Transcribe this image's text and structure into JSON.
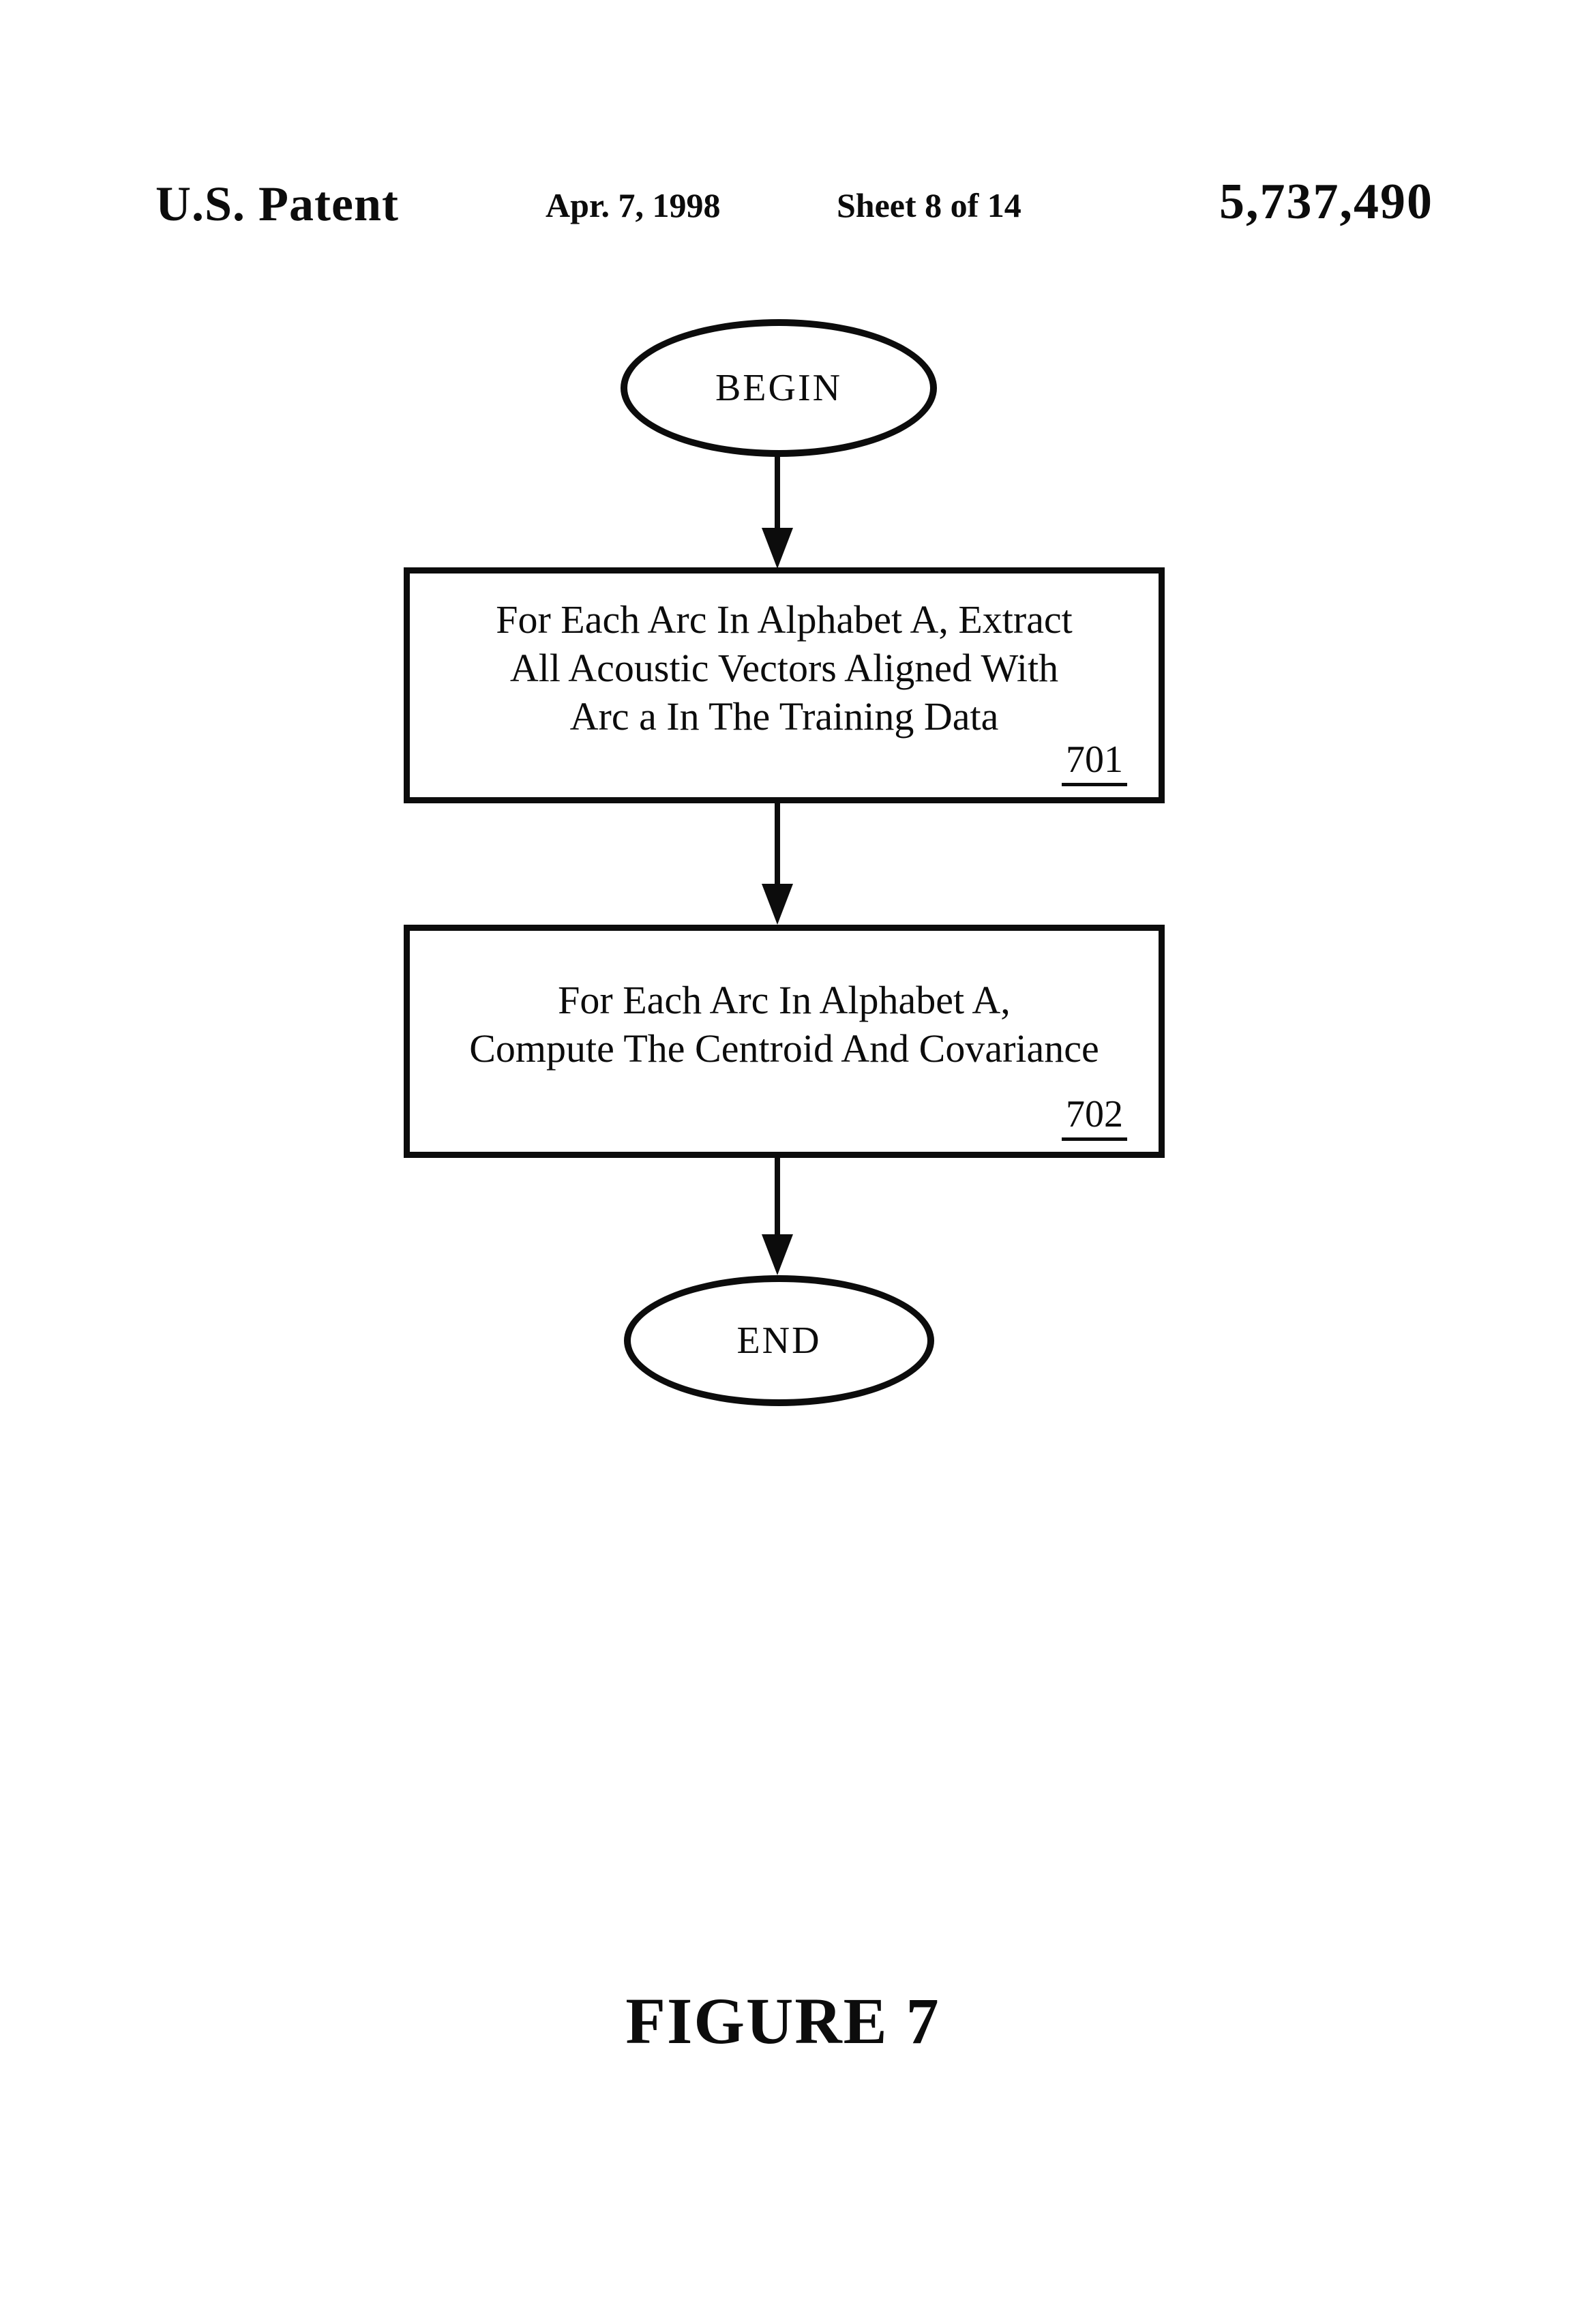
{
  "header": {
    "title": "U.S. Patent",
    "date": "Apr. 7, 1998",
    "sheet": "Sheet 8 of 14",
    "patent_number": "5,737,490"
  },
  "flowchart": {
    "begin_label": "BEGIN",
    "end_label": "END",
    "steps": [
      {
        "lines": [
          "For Each Arc In Alphabet A, Extract",
          "All Acoustic Vectors Aligned With",
          "Arc a In The Training Data"
        ],
        "ref": "701"
      },
      {
        "lines": [
          "For Each Arc In Alphabet A,",
          "Compute The Centroid And Covariance"
        ],
        "ref": "702"
      }
    ]
  },
  "caption": "FIGURE 7",
  "colors": {
    "ink": "#0c0c0c",
    "paper": "#ffffff"
  }
}
